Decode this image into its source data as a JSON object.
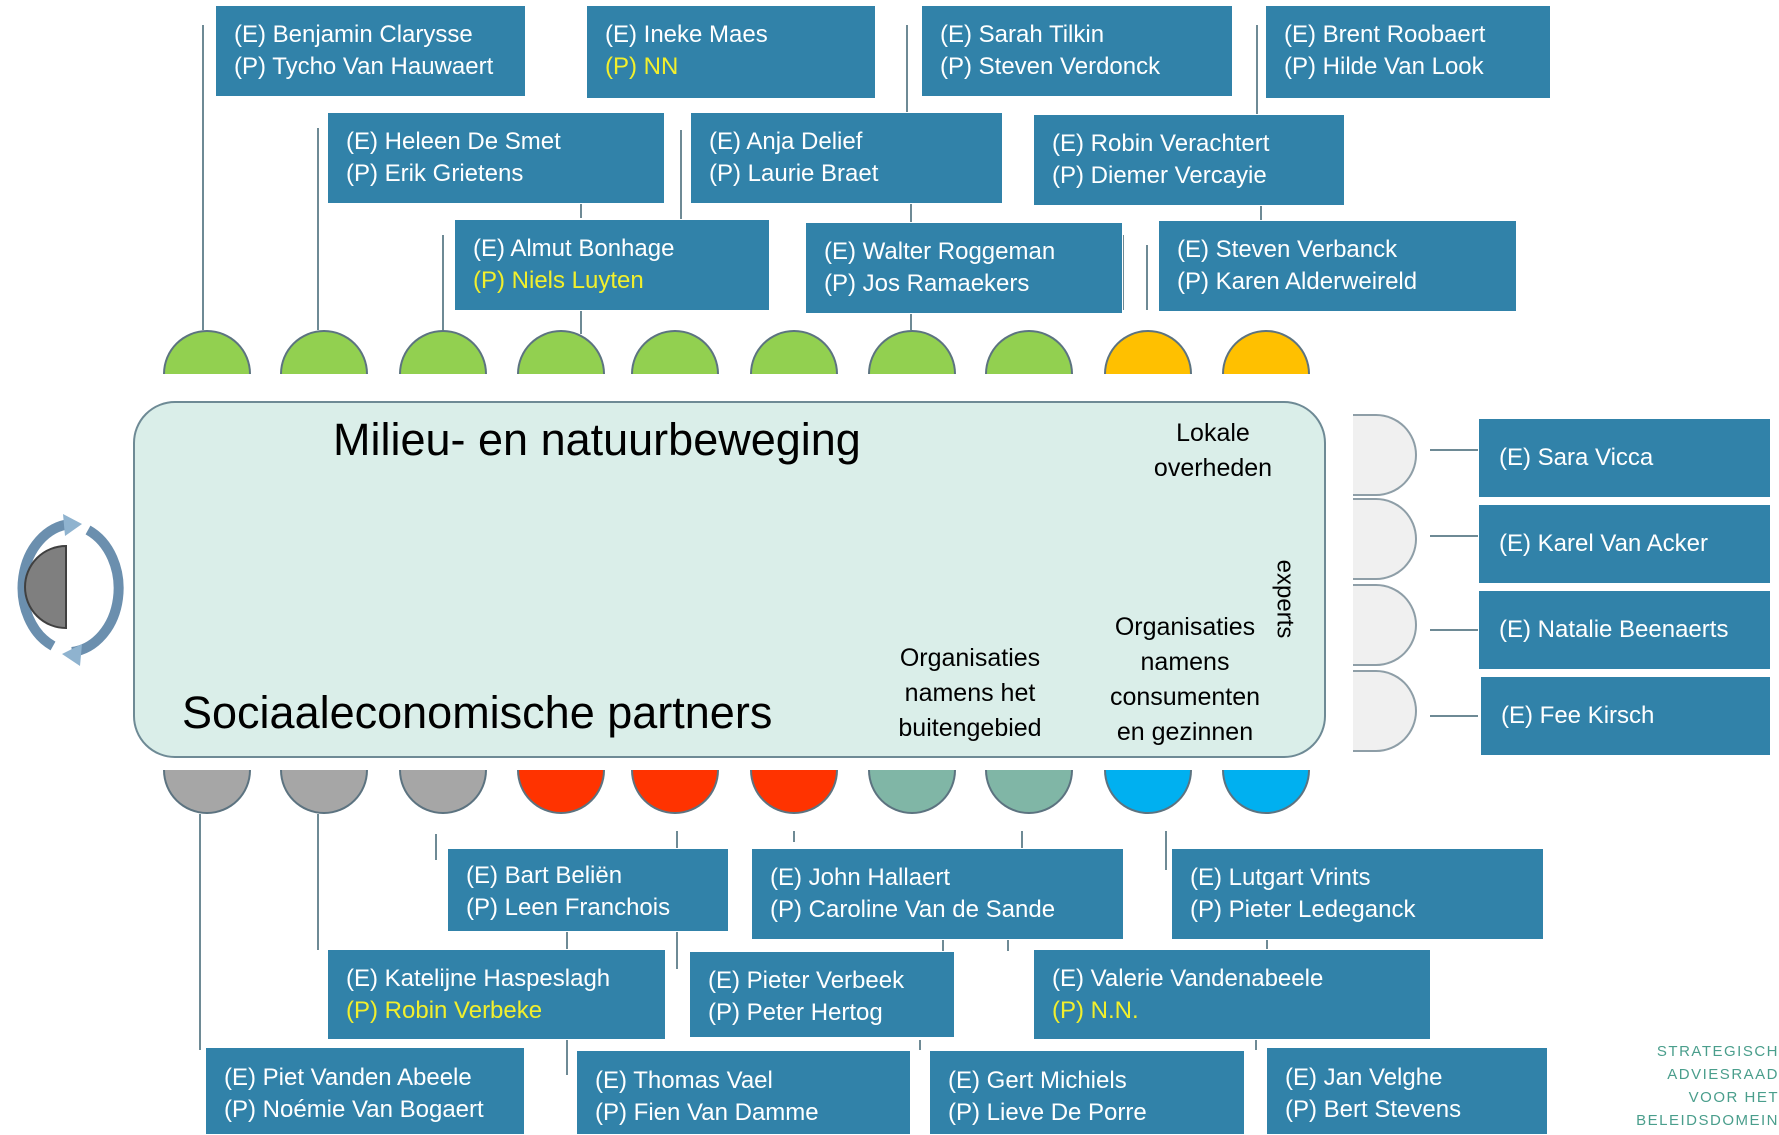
{
  "colors": {
    "box": "#3182a9",
    "highlight_text": "#f2ef2c",
    "table": "#daeee9",
    "seat_green": "#92d050",
    "seat_orange": "#ffc000",
    "seat_gray": "#a6a6a6",
    "seat_red": "#ff3300",
    "seat_teal": "#80b6a6",
    "seat_blue": "#00b0f0",
    "seat_white": "#f0f0f0"
  },
  "table": {
    "top_label": "Milieu- en natuurbeweging",
    "bottom_label": "Sociaaleconomische partners",
    "local_label": [
      "Lokale",
      "overheden"
    ],
    "experts_label": "experts",
    "rural_label": [
      "Organisaties",
      "namens het",
      "buitengebied"
    ],
    "consumer_label": [
      "Organisaties",
      "namens",
      "consumenten",
      "en gezinnen"
    ]
  },
  "top_boxes": [
    {
      "lines": [
        "(E) Benjamin Clarysse",
        "(P)  Tycho Van Hauwaert"
      ],
      "yellow": [
        false,
        false
      ]
    },
    {
      "lines": [
        "(E) Ineke Maes",
        "(P) NN"
      ],
      "yellow": [
        false,
        true
      ]
    },
    {
      "lines": [
        "(E) Sarah Tilkin",
        "(P) Steven Verdonck"
      ],
      "yellow": [
        false,
        false
      ]
    },
    {
      "lines": [
        "(E) Brent Roobaert",
        "(P) Hilde Van Look"
      ],
      "yellow": [
        false,
        false
      ]
    },
    {
      "lines": [
        "(E) Heleen De Smet",
        "(P) Erik Grietens"
      ],
      "yellow": [
        false,
        false
      ]
    },
    {
      "lines": [
        "(E) Anja Delief",
        "(P) Laurie Braet"
      ],
      "yellow": [
        false,
        false
      ]
    },
    {
      "lines": [
        "(E) Robin Verachtert",
        "(P) Diemer Vercayie"
      ],
      "yellow": [
        false,
        false
      ]
    },
    {
      "lines": [
        "(E) Almut Bonhage",
        "(P) Niels Luyten"
      ],
      "yellow": [
        false,
        true
      ]
    },
    {
      "lines": [
        "(E) Walter Roggeman",
        "(P) Jos Ramaekers"
      ],
      "yellow": [
        false,
        false
      ]
    },
    {
      "lines": [
        "(E) Steven Verbanck",
        "(P) Karen Alderweireld"
      ],
      "yellow": [
        false,
        false
      ]
    }
  ],
  "bottom_boxes": [
    {
      "lines": [
        "(E) Bart Beliën",
        "(P) Leen Franchois"
      ],
      "yellow": [
        false,
        false
      ]
    },
    {
      "lines": [
        "(E) John Hallaert",
        "(P) Caroline  Van de Sande"
      ],
      "yellow": [
        false,
        false
      ]
    },
    {
      "lines": [
        "(E) Lutgart Vrints",
        "(P) Pieter Ledeganck"
      ],
      "yellow": [
        false,
        false
      ]
    },
    {
      "lines": [
        "(E) Katelijne Haspeslagh",
        "(P) Robin Verbeke"
      ],
      "yellow": [
        false,
        true
      ]
    },
    {
      "lines": [
        "(E) Pieter Verbeek",
        "(P) Peter Hertog"
      ],
      "yellow": [
        false,
        false
      ]
    },
    {
      "lines": [
        "(E) Valerie Vandenabeele",
        "(P) N.N."
      ],
      "yellow": [
        false,
        true
      ]
    },
    {
      "lines": [
        "(E) Piet Vanden Abeele",
        "(P) Noémie  Van Bogaert"
      ],
      "yellow": [
        false,
        false
      ]
    },
    {
      "lines": [
        "(E) Thomas  Vael",
        "(P) Fien Van Damme"
      ],
      "yellow": [
        false,
        false
      ]
    },
    {
      "lines": [
        "(E) Gert Michiels",
        "(P) Lieve  De Porre"
      ],
      "yellow": [
        false,
        false
      ]
    },
    {
      "lines": [
        "(E) Jan Velghe",
        "(P) Bert Stevens"
      ],
      "yellow": [
        false,
        false
      ]
    }
  ],
  "experts": [
    "(E) Sara Vicca",
    "(E) Karel Van Acker",
    "(E) Natalie Beenaerts",
    "(E) Fee Kirsch"
  ],
  "watermark": [
    "STRATEGISCH",
    "ADVIESRAAD",
    "VOOR HET",
    "BELEIDSDOMEIN"
  ]
}
